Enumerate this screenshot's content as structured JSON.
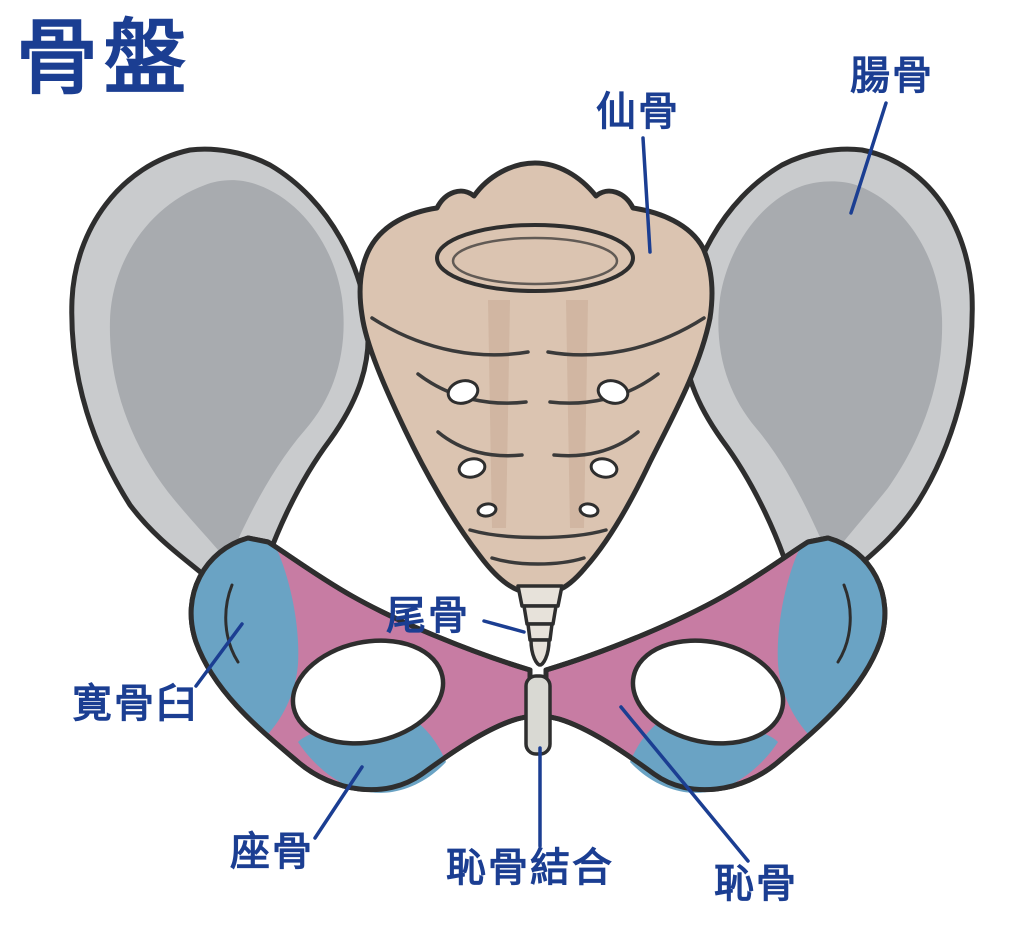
{
  "title": "骨盤",
  "labels": {
    "sacrum": "仙骨",
    "ilium": "腸骨",
    "coccyx": "尾骨",
    "acetabulum": "寛骨臼",
    "ischium": "座骨",
    "pubic_symphysis": "恥骨結合",
    "pubis": "恥骨"
  },
  "colors": {
    "label_blue": "#1b3e92",
    "outline_dark": "#2e2e2e",
    "ilium_light_gray": "#c9cbcd",
    "ilium_fossa_gray": "#a8abaf",
    "sacrum_tan": "#dbc4b1",
    "sacrum_shade_tan": "#c9ab96",
    "acetabulum_blue": "#6aa3c4",
    "pubis_pink": "#c77ca3",
    "symphysis_gray": "#d9d9d3",
    "coccyx_gray": "#e7e2da",
    "background": "#ffffff"
  }
}
